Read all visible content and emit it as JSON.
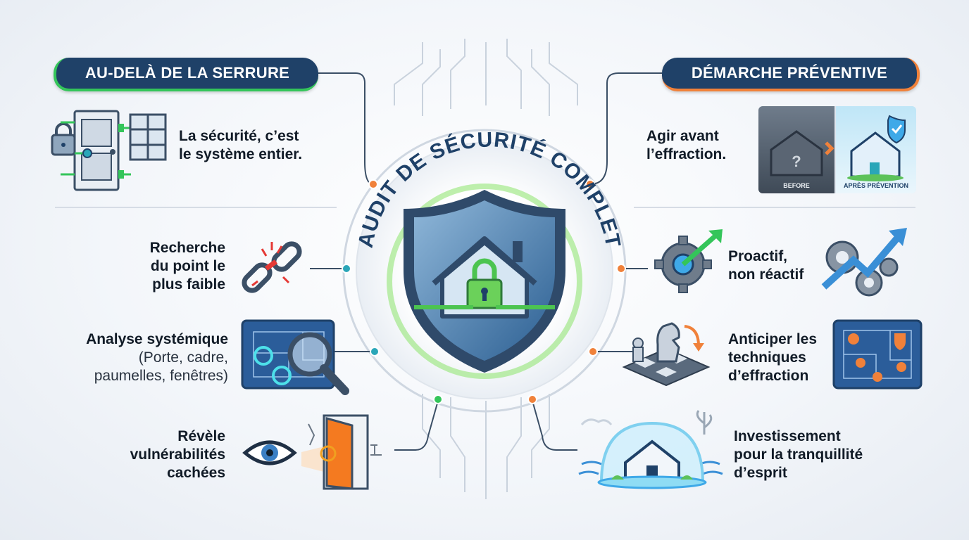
{
  "center": {
    "title": "AUDIT DE SÉCURITÉ COMPLET"
  },
  "left": {
    "header": "AU-DELÀ DE LA SERRURE",
    "intro": [
      "La sécurité, c’est",
      "le système entier."
    ],
    "items": [
      {
        "lines": [
          "Recherche",
          "du point le",
          "plus faible"
        ]
      },
      {
        "title": "Analyse systémique",
        "sub": [
          "(Porte, cadre,",
          "paumelles, fenêtres)"
        ]
      },
      {
        "lines": [
          "Révèle",
          "vulnérabilités",
          "cachées"
        ]
      }
    ]
  },
  "right": {
    "header": "DÉMARCHE PRÉVENTIVE",
    "intro": [
      "Agir avant",
      "l’effraction."
    ],
    "before_label": "BEFORE",
    "after_label": "APRÈS PRÉVENTION",
    "items": [
      {
        "lines": [
          "Proactif,",
          "non réactif"
        ]
      },
      {
        "lines": [
          "Anticiper les",
          "techniques",
          "d’effraction"
        ]
      },
      {
        "lines": [
          "Investissement",
          "pour la tranquillité",
          "d’esprit"
        ]
      }
    ]
  },
  "colors": {
    "navy": "#1f4168",
    "green": "#34c55a",
    "orange": "#f0813a",
    "teal": "#2aa6b8"
  },
  "icons": [
    "door-lock-icon",
    "window-icon",
    "broken-chain-icon",
    "blueprint-magnifier-icon",
    "eye-icon",
    "open-door-icon",
    "before-after-house-icon",
    "gear-arrow-icon",
    "growth-gears-icon",
    "chess-knight-icon",
    "blueprint-alarm-icon",
    "house-dome-icon",
    "shield-house-lock-icon"
  ]
}
